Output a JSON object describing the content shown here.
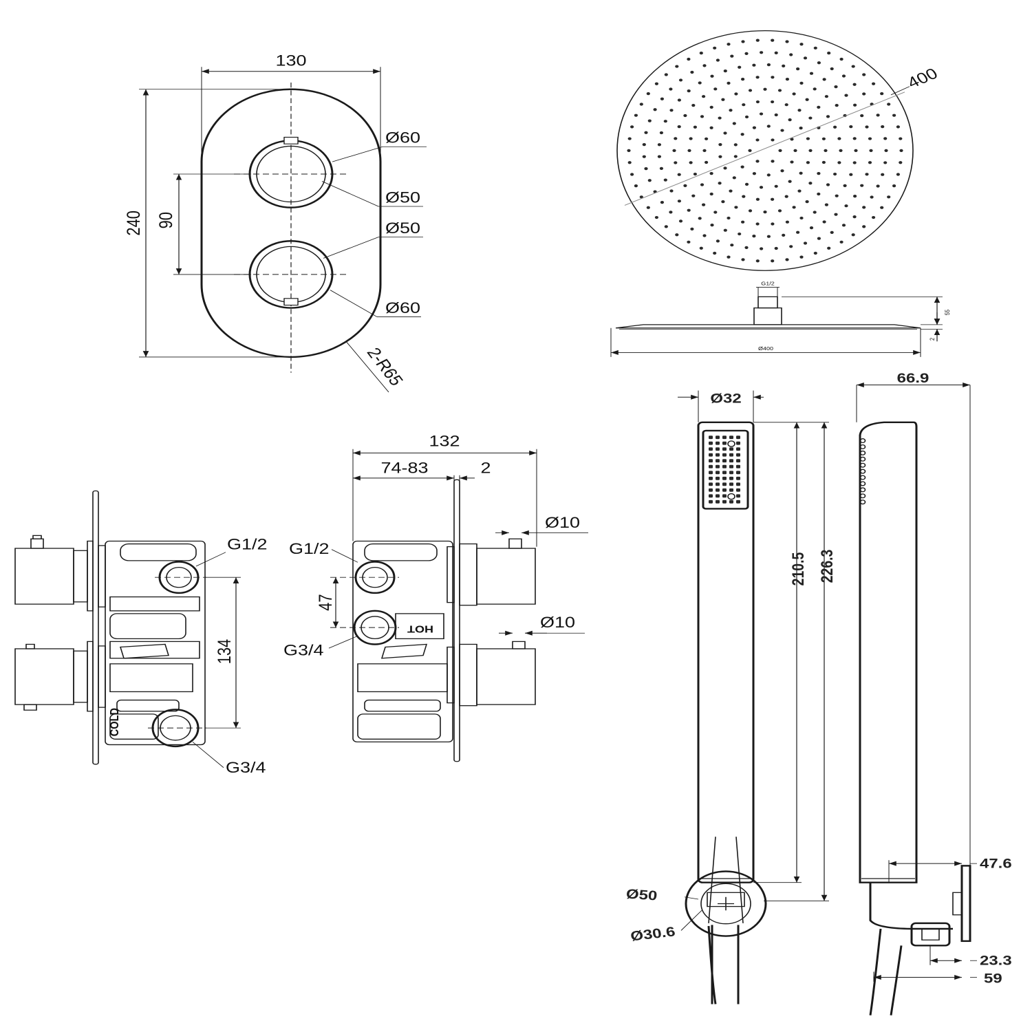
{
  "valve_plate": {
    "width": "130",
    "height": "240",
    "centres": "90",
    "top_outer_dia": "Ø60",
    "top_inner_dia": "Ø50",
    "bottom_inner_dia": "Ø50",
    "bottom_outer_dia": "Ø60",
    "radius": "2-R65"
  },
  "shower_head": {
    "diagonal": "400",
    "inlet": "G1/2",
    "height": "55",
    "thickness": "2",
    "diameter": "Ø400"
  },
  "valve_body": {
    "depth": "132",
    "wall_range": "74-83",
    "plate_thickness": "2",
    "spindle_top": "Ø10",
    "spindle_bottom": "Ø10",
    "left_outlet": "G1/2",
    "left_inlet": "G3/4",
    "centres": "134",
    "right_outlet": "G1/2",
    "right_inlet": "G3/4",
    "offset": "47",
    "hot_label": "HOT",
    "cold_label": "COLD"
  },
  "handset": {
    "dia": "Ø32",
    "depth": "66.9",
    "length": "210.5",
    "total_length": "226.3",
    "bracket_dia": "Ø50",
    "holder_dia": "Ø30.6",
    "projection": "47.6",
    "elbow_offset": "23.3",
    "elbow_depth": "59"
  }
}
